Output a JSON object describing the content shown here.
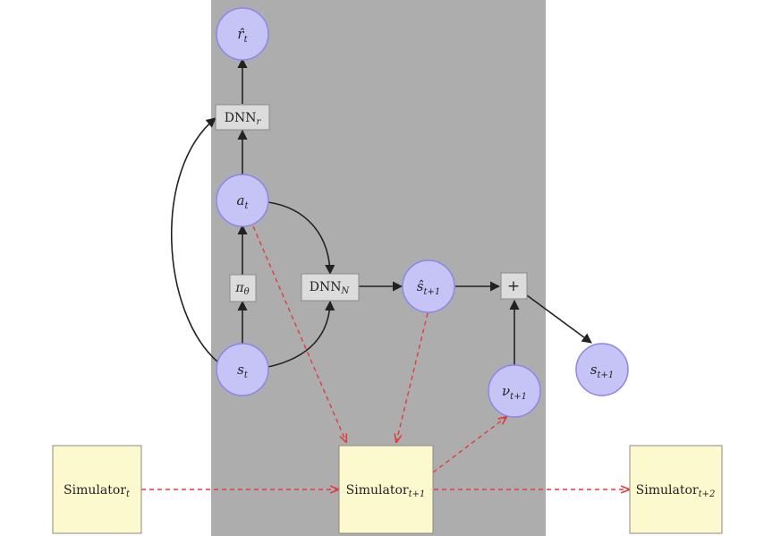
{
  "colors": {
    "panel": "#adadad",
    "circle_fill": "#c6c3f6",
    "circle_stroke": "#8c86e6",
    "box_fill": "#dcdcdc",
    "box_stroke": "#8a8a8a",
    "sim_fill": "#fdf9cf",
    "sim_stroke": "#8c8c7c",
    "edge_solid": "#222222",
    "edge_dashed": "#e03c3c"
  },
  "nodes": {
    "r_hat": {
      "base": "r̂",
      "sub": "t"
    },
    "a_t": {
      "base": "a",
      "sub": "t"
    },
    "s_t": {
      "base": "s",
      "sub": "t"
    },
    "s_hat_next": {
      "base": "ŝ",
      "sub": "t+1"
    },
    "nu_next": {
      "base": "ν",
      "sub": "t+1"
    },
    "s_next": {
      "base": "s",
      "sub": "t+1"
    }
  },
  "boxes": {
    "dnn_r": {
      "base": "DNN",
      "sub": "r"
    },
    "pi_theta": {
      "base": "π",
      "sub": "θ"
    },
    "dnn_n": {
      "base": "DNN",
      "sub": "N"
    },
    "plus": {
      "base": "+"
    }
  },
  "simulators": {
    "sim_t": {
      "base": "Simulator",
      "sub": "t"
    },
    "sim_t1": {
      "base": "Simulator",
      "sub": "t+1"
    },
    "sim_t2": {
      "base": "Simulator",
      "sub": "t+2"
    }
  }
}
